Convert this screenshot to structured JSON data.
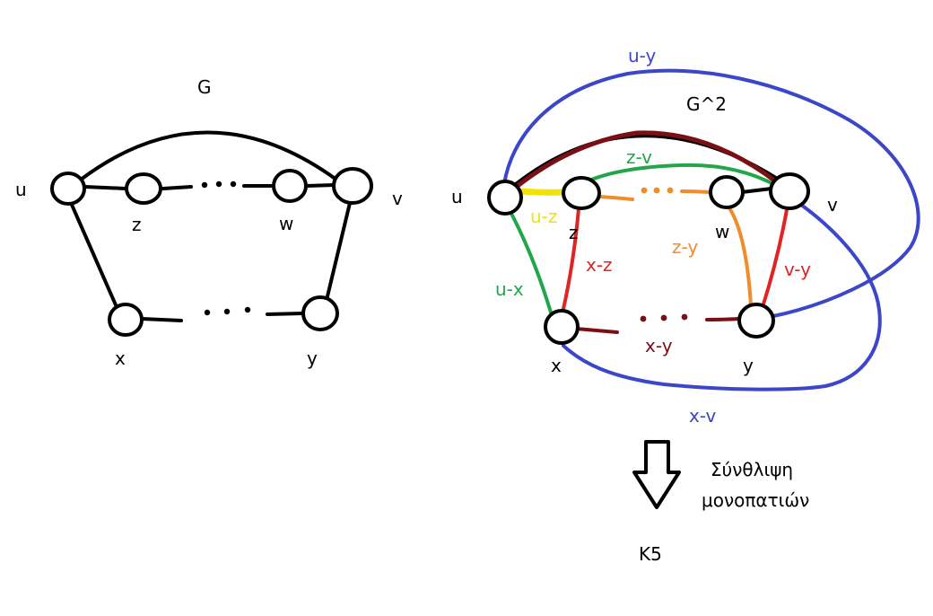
{
  "graph_g": {
    "title": "G",
    "labels": {
      "u": "u",
      "z": "z",
      "w": "w",
      "v": "v",
      "x": "x",
      "y": "y"
    }
  },
  "graph_g2": {
    "title": "G^2",
    "labels": {
      "u": "u",
      "z": "z",
      "w": "w",
      "v": "v",
      "x": "x",
      "y": "y"
    },
    "edge_labels": {
      "u_y": "u-y",
      "z_v": "z-v",
      "u_z": "u-z",
      "x_z": "x-z",
      "z_y": "z-y",
      "v_y": "v-y",
      "u_x": "u-x",
      "x_y": "x-y",
      "x_v": "x-v"
    }
  },
  "caption": {
    "line1": "Σύνθλιψη",
    "line2": "μονοπατιών"
  },
  "result": "K5",
  "colors": {
    "stroke": "#000000",
    "dark_red": "#7a0f14",
    "blue": "#3c46c8",
    "green": "#22a64a",
    "yellow": "#f2e20c",
    "orange": "#f08c2a",
    "red": "#e02424"
  }
}
